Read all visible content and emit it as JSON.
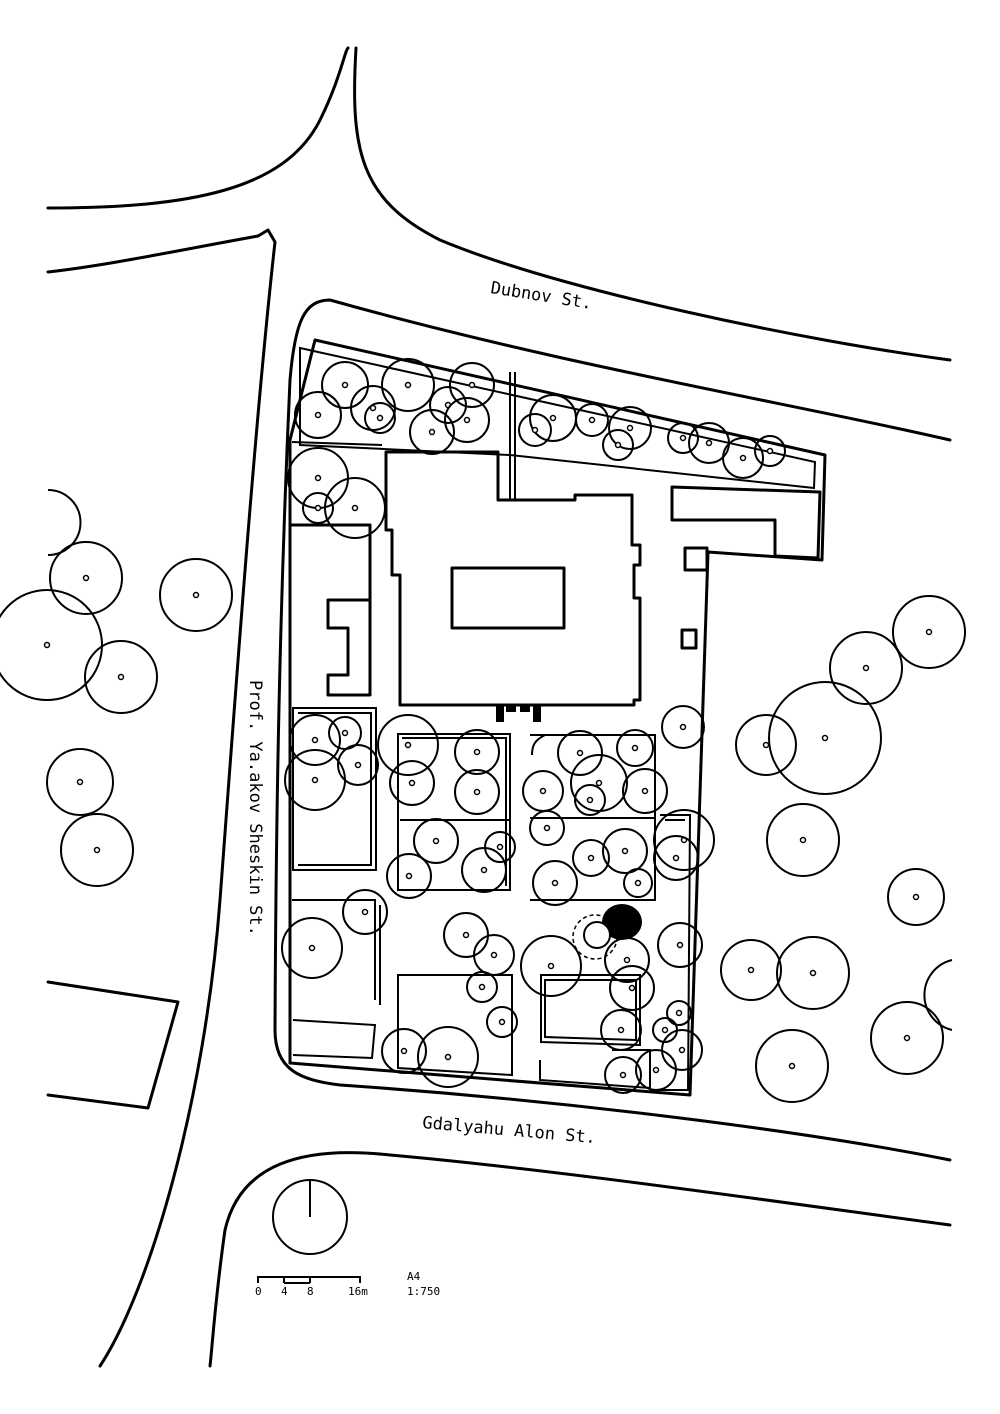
{
  "streets": {
    "north": "Dubnov St.",
    "west": "Prof. Ya.akov Sheskin St.",
    "south": "Gdalyahu Alon St."
  },
  "scale_bar": {
    "ticks": [
      "0",
      "4",
      "8",
      "16m"
    ]
  },
  "sheet": {
    "size": "A4",
    "scale": "1:750"
  },
  "icons": {
    "north_arrow": "north-arrow-icon",
    "trees": "tree-canopy-icon"
  }
}
